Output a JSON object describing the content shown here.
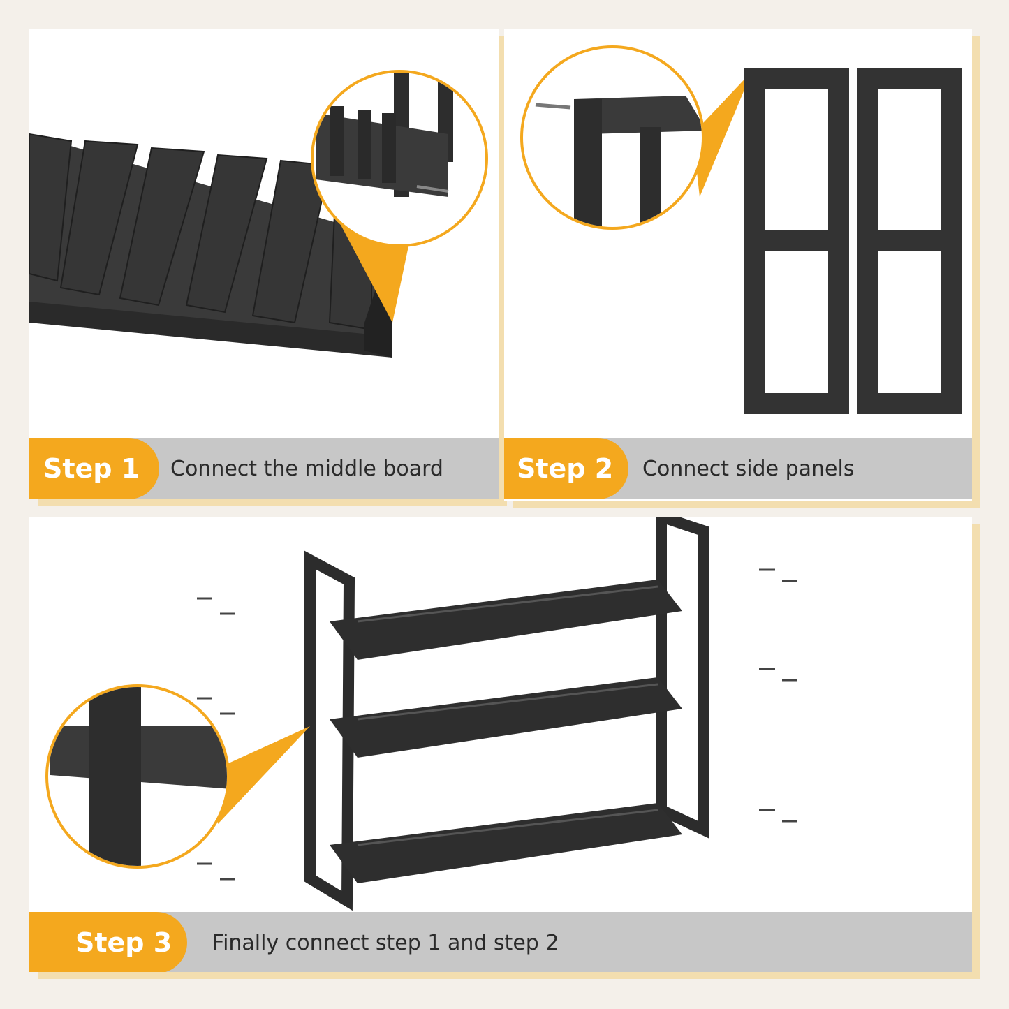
{
  "steps": [
    {
      "label": "Step 1",
      "text": "Connect the middle board"
    },
    {
      "label": "Step 2",
      "text": "Connect side panels"
    },
    {
      "label": "Step 3",
      "text": "Finally connect step 1 and step 2"
    }
  ],
  "colors": {
    "accent": "#f4a81e",
    "wood": "#2f2f2f",
    "bar": "#c7c7c7",
    "shadow": "#f3deaf"
  },
  "icons": [
    "screw-icon",
    "zoom-callout-icon"
  ]
}
